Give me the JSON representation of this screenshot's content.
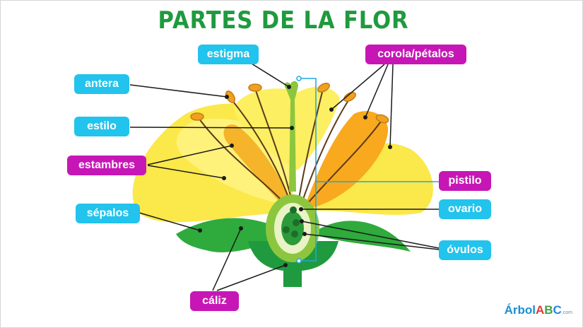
{
  "title": "PARTES DE LA FLOR",
  "labels": {
    "estigma": "estigma",
    "corola": "corola/pétalos",
    "antera": "antera",
    "estilo": "estilo",
    "estambres": "estambres",
    "pistilo": "pistilo",
    "sepalos": "sépalos",
    "ovario": "ovario",
    "ovulos": "óvulos",
    "caliz": "cáliz"
  },
  "colors": {
    "label_cyan": "#22c3ec",
    "label_magenta": "#c716b6",
    "title_green": "#1f9a3e",
    "petal_yellow": "#fbe84a",
    "stem_green": "#1f9a3e"
  },
  "logo": {
    "word": "Árbol",
    "abc": [
      "A",
      "B",
      "C"
    ],
    "suffix": ".com"
  }
}
